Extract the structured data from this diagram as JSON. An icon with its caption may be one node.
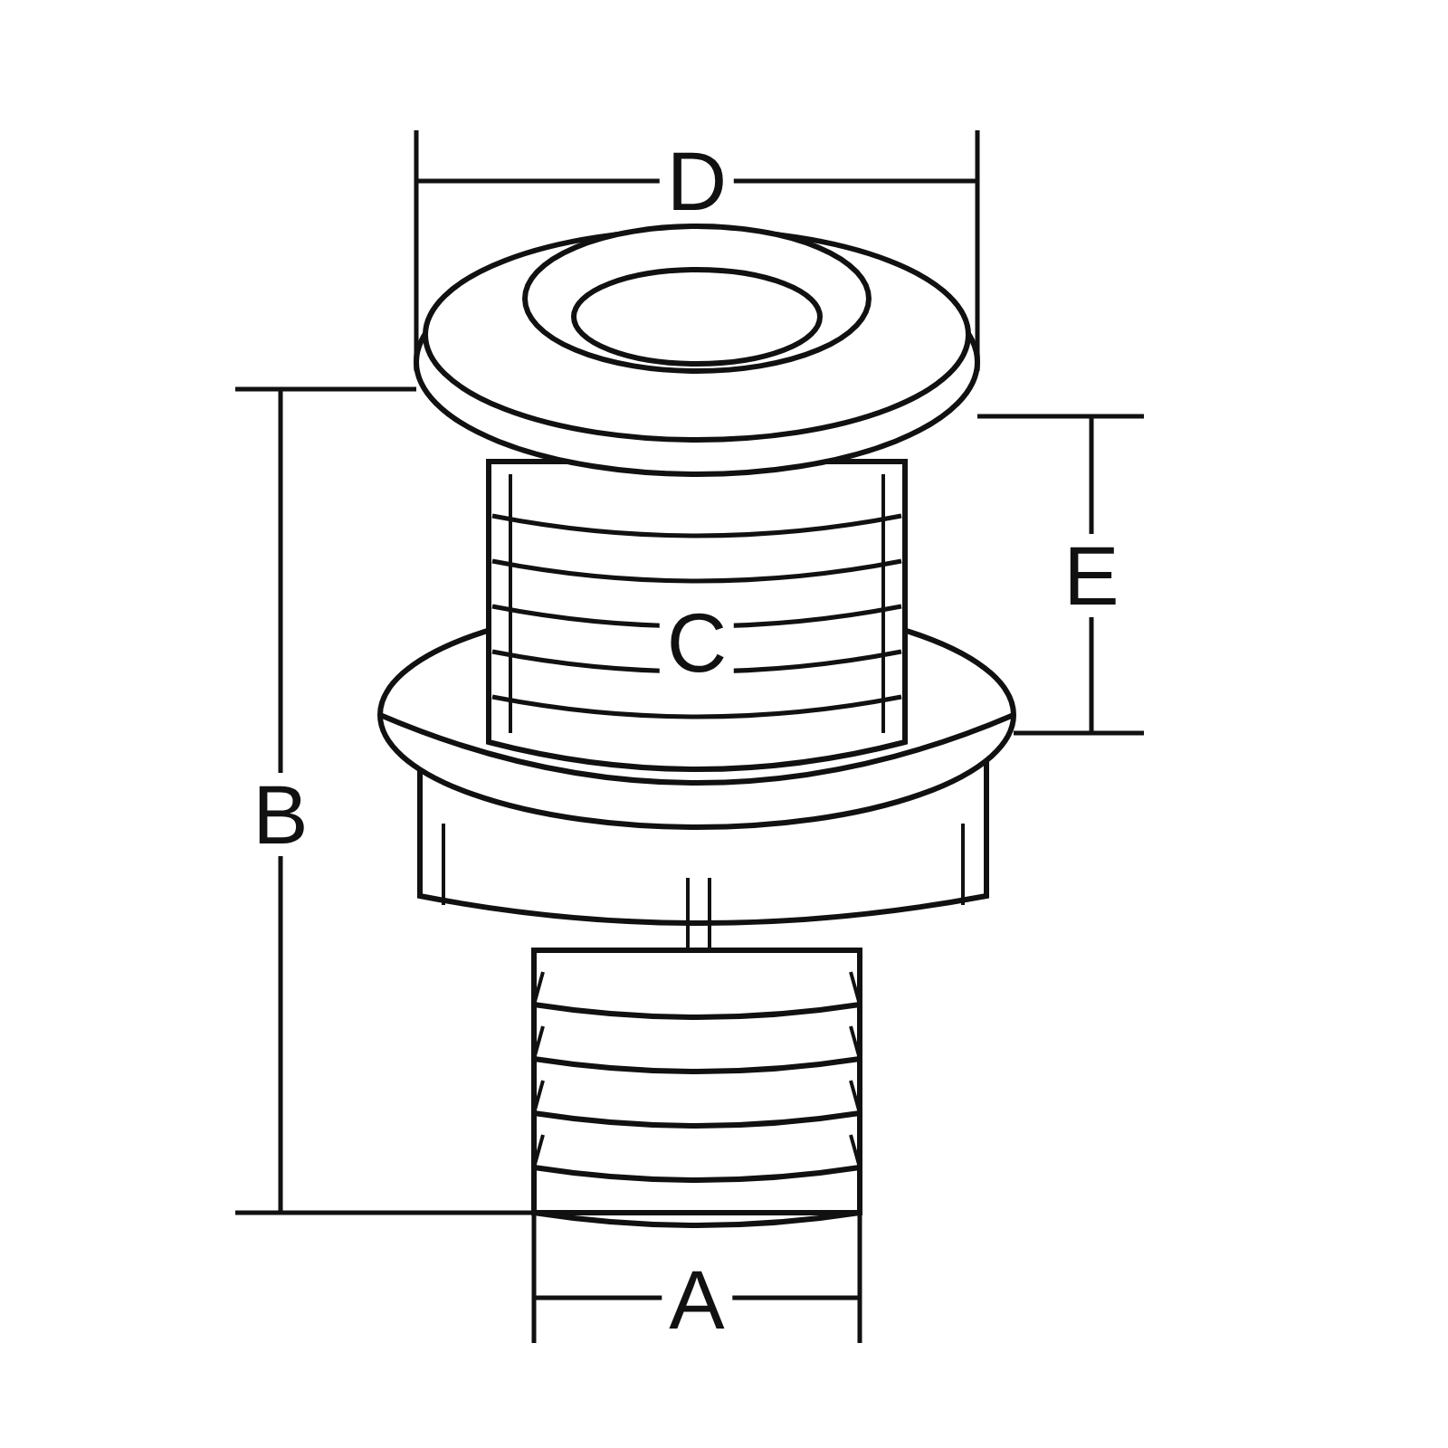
{
  "diagram": {
    "labels": [
      "D",
      "E",
      "C",
      "B",
      "A"
    ]
  }
}
